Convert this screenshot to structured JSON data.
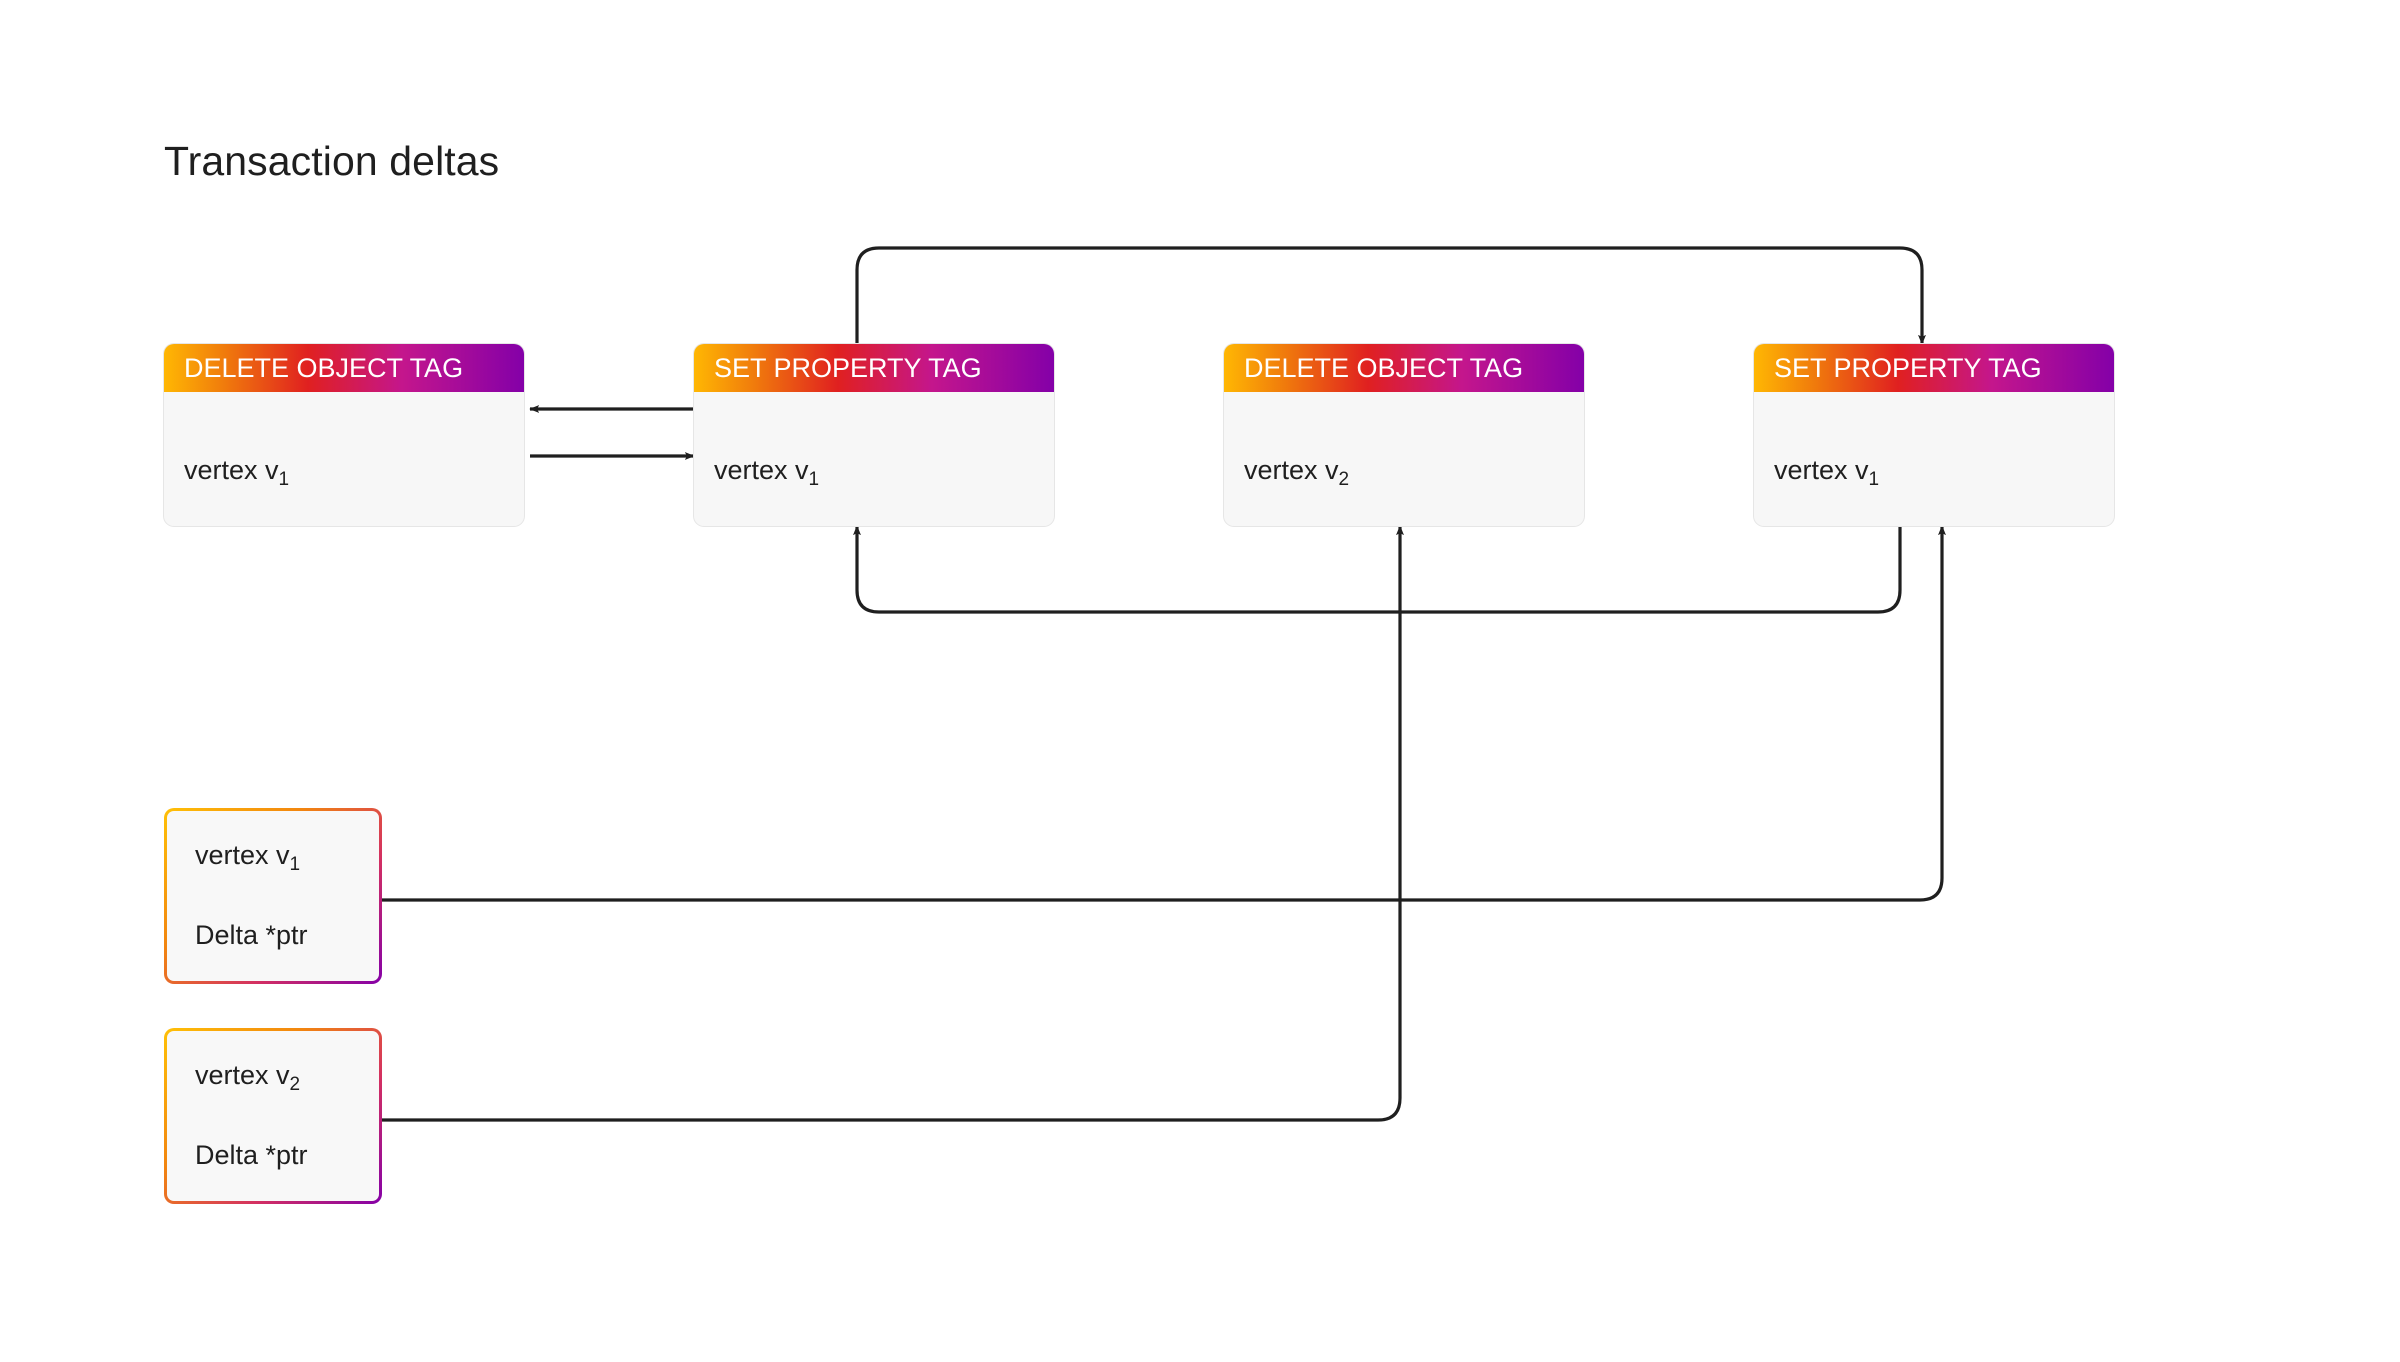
{
  "page": {
    "title": "Transaction deltas",
    "background": "#ffffff",
    "text_color": "#1f1f1f"
  },
  "theme": {
    "gradient_start": "#ffb703",
    "gradient_mid_orange": "#f07a0c",
    "gradient_mid_red": "#e02020",
    "gradient_mid_magenta": "#c4168c",
    "gradient_end": "#8400a8",
    "card_body_bg": "#f7f7f7",
    "card_border": "#e6e6e6",
    "connector_color": "#1f1f1f"
  },
  "delta_cards": [
    {
      "id": "delete-object-tag-v1",
      "header": "DELETE OBJECT TAG",
      "body_label": "vertex v",
      "body_subscript": "1"
    },
    {
      "id": "set-property-tag-v1-a",
      "header": "SET PROPERTY TAG",
      "body_label": "vertex v",
      "body_subscript": "1"
    },
    {
      "id": "delete-object-tag-v2",
      "header": "DELETE OBJECT TAG",
      "body_label": "vertex v",
      "body_subscript": "2"
    },
    {
      "id": "set-property-tag-v1-b",
      "header": "SET PROPERTY TAG",
      "body_label": "vertex v",
      "body_subscript": "1"
    }
  ],
  "vertex_boxes": [
    {
      "id": "vertex-v1",
      "line1_label": "vertex v",
      "line1_subscript": "1",
      "line2_label": "Delta *ptr"
    },
    {
      "id": "vertex-v2",
      "line1_label": "vertex v",
      "line1_subscript": "2",
      "line2_label": "Delta *ptr"
    }
  ],
  "connectors": [
    {
      "id": "set-v1-a-to-delete-v1",
      "from": "set-property-tag-v1-a",
      "to": "delete-object-tag-v1",
      "direction": "left",
      "style": "straight"
    },
    {
      "id": "delete-v1-to-set-v1-a",
      "from": "delete-object-tag-v1",
      "to": "set-property-tag-v1-a",
      "direction": "right",
      "style": "straight"
    },
    {
      "id": "set-v1-a-top-to-set-v1-b-top",
      "from": "set-property-tag-v1-a",
      "to": "set-property-tag-v1-b",
      "direction": "down",
      "style": "curved-over-top"
    },
    {
      "id": "set-v1-b-bottom-to-set-v1-a-bottom",
      "from": "set-property-tag-v1-b",
      "to": "set-property-tag-v1-a",
      "direction": "up",
      "style": "curved-under-bottom"
    },
    {
      "id": "vertex-v1-to-set-v1-b",
      "from": "vertex-v1",
      "to": "set-property-tag-v1-b",
      "direction": "up",
      "style": "elbow"
    },
    {
      "id": "vertex-v2-to-delete-v2",
      "from": "vertex-v2",
      "to": "delete-object-tag-v2",
      "direction": "up",
      "style": "elbow"
    }
  ]
}
